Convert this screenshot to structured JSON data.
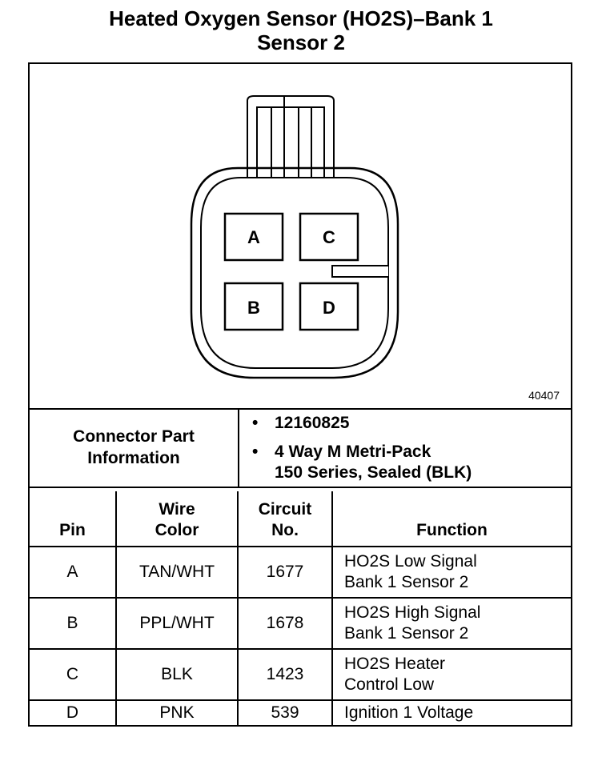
{
  "title": {
    "line1": "Heated Oxygen Sensor (HO2S)–Bank 1",
    "line2": "Sensor 2"
  },
  "diagram": {
    "pins": [
      "A",
      "C",
      "B",
      "D"
    ],
    "figure_number": "40407"
  },
  "connector_info": {
    "label_line1": "Connector Part",
    "label_line2": "Information",
    "bullet": "•",
    "part_number": "12160825",
    "description_line1": "4 Way M Metri-Pack",
    "description_line2": "150 Series, Sealed (BLK)"
  },
  "table": {
    "headers": {
      "pin": "Pin",
      "wire_line1": "Wire",
      "wire_line2": "Color",
      "circuit_line1": "Circuit",
      "circuit_line2": "No.",
      "function": "Function"
    },
    "rows": [
      {
        "pin": "A",
        "color": "TAN/WHT",
        "circuit": "1677",
        "function": [
          "HO2S Low Signal",
          "Bank 1 Sensor 2"
        ]
      },
      {
        "pin": "B",
        "color": "PPL/WHT",
        "circuit": "1678",
        "function": [
          "HO2S High Signal",
          "Bank 1 Sensor 2"
        ]
      },
      {
        "pin": "C",
        "color": "BLK",
        "circuit": "1423",
        "function": [
          "HO2S Heater",
          "Control Low"
        ]
      },
      {
        "pin": "D",
        "color": "PNK",
        "circuit": "539",
        "function": [
          "Ignition 1 Voltage"
        ]
      }
    ]
  }
}
